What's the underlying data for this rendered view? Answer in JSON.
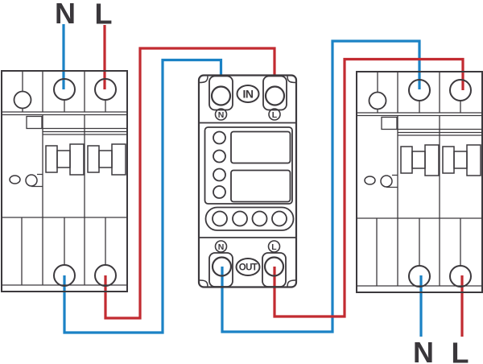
{
  "colors": {
    "line": "#3c393d",
    "neutral_wire": "#1b82c5",
    "live_wire": "#c22b31",
    "background": "#ffffff"
  },
  "labels": {
    "supply_neutral": "N",
    "supply_live": "L",
    "load_neutral": "N",
    "load_live": "L"
  },
  "meter": {
    "in_port": "IN",
    "out_port": "OUT",
    "in_neutral": "N",
    "in_live": "L",
    "out_neutral": "N",
    "out_live": "L"
  }
}
